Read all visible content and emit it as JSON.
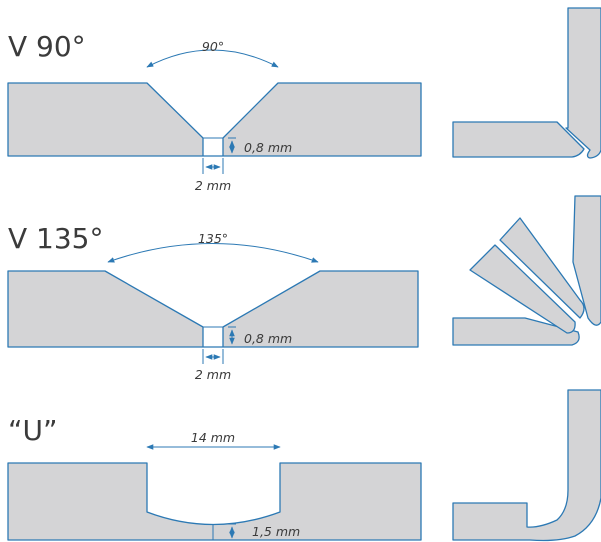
{
  "groove_types": [
    {
      "title": "V 90°",
      "angle": "90°",
      "depth": "0,8 mm",
      "width": "2 mm"
    },
    {
      "title": "V 135°",
      "angle": "135°",
      "depth": "0,8 mm",
      "width": "2 mm"
    },
    {
      "title": "“U”",
      "width": "14 mm",
      "depth": "1,5 mm"
    }
  ],
  "colors": {
    "stroke": "#2c79b4",
    "fill": "#d4d4d6",
    "text": "#3b3b3b"
  }
}
